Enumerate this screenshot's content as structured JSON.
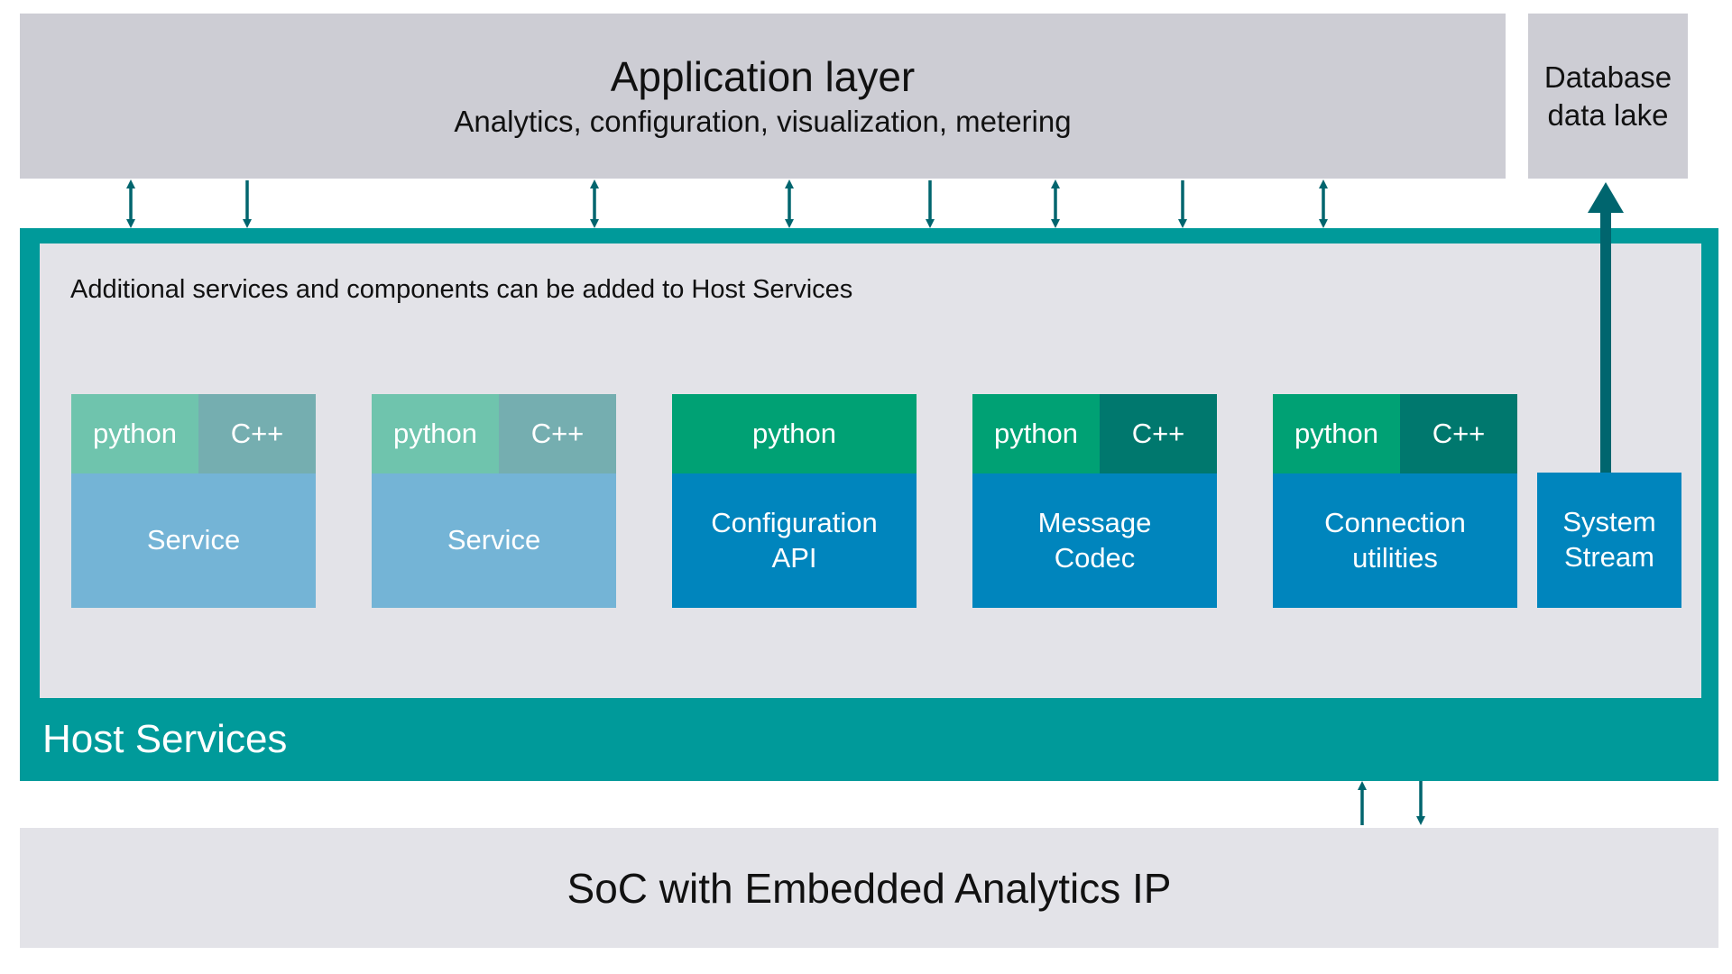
{
  "application_layer": {
    "title": "Application layer",
    "subtitle": "Analytics, configuration, visualization, metering"
  },
  "database": {
    "line1": "Database",
    "line2": "data lake"
  },
  "host_services": {
    "label": "Host Services",
    "note": "Additional services and components can be added to Host Services"
  },
  "components": [
    {
      "langs": [
        "python",
        "C++"
      ],
      "line1": "Service",
      "line2": ""
    },
    {
      "langs": [
        "python",
        "C++"
      ],
      "line1": "Service",
      "line2": ""
    },
    {
      "langs": [
        "python"
      ],
      "line1": "Configuration",
      "line2": "API"
    },
    {
      "langs": [
        "python",
        "C++"
      ],
      "line1": "Message",
      "line2": "Codec"
    },
    {
      "langs": [
        "python",
        "C++"
      ],
      "line1": "Connection",
      "line2": "utilities"
    }
  ],
  "system_stream": {
    "line1": "System",
    "line2": "Stream"
  },
  "soc": {
    "label": "SoC with Embedded Analytics IP"
  },
  "colors": {
    "teal": "#009a9a",
    "arrow": "#00656e",
    "light_blue": "#74b4d6",
    "dark_blue": "#0085bd",
    "green": "#00a174",
    "dark_teal": "#00786e"
  }
}
